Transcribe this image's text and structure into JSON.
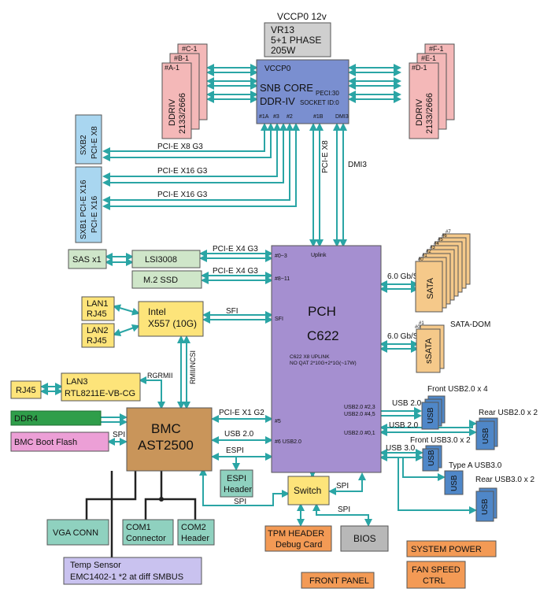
{
  "colors": {
    "cpu": "#7a8fd0",
    "pch": "#a58fd0",
    "dimm": "#f4b8b8",
    "pcie_slot": "#a9d6f0",
    "sas": "#cfe6c9",
    "nic": "#fde47a",
    "bmc": "#c9955a",
    "green_dark": "#2f9e4a",
    "boot_flash": "#ec9fd6",
    "sata": "#f5c98a",
    "usb": "#4f87c8",
    "tpm": "#f39a55",
    "bios": "#b8b8b8",
    "connector": "#8fd1bf",
    "temp_sensor": "#c9c2ef",
    "link": "#2aa5a5",
    "vr": "#cfcfcf"
  },
  "vr": {
    "power": "VCCP0   12v",
    "l1": "VR13",
    "l2": "5+1 PHASE",
    "l3": "205W"
  },
  "cpu": {
    "vccp": "VCCP0",
    "l1": "SNB CORE",
    "l2": "DDR-IV",
    "peci": "PECI:30",
    "socket": "SOCKET ID:0",
    "p1a": "#1A",
    "p3": "#3",
    "p2": "#2",
    "p1b": "#1B",
    "dmi": "DMI3"
  },
  "dimm_left": {
    "labels": [
      "#C-1",
      "#B-1",
      "#A-1"
    ],
    "l1": "DDRIV",
    "l2": "2133/2666"
  },
  "dimm_right": {
    "labels": [
      "#F-1",
      "#E-1",
      "#D-1"
    ],
    "l1": "DDRIV",
    "l2": "2133/2666"
  },
  "slots": {
    "sxb2_l1": "SXB2",
    "sxb2_l2": "PCI-E X8",
    "sxb1_l1": "SXB1 PCI-E X16",
    "sxb1_l2": "PCI-E X16",
    "link1": "PCI-E X8 G3",
    "link2": "PCI-E X16 G3",
    "link3": "PCI-E X16 G3"
  },
  "uplink": {
    "pcie": "PCI-E X8",
    "dmi": "DMI3"
  },
  "sas": {
    "label": "SAS x1",
    "chip": "LSI3008",
    "link": "PCI-E X4 G3"
  },
  "m2": {
    "label": "M.2 SSD",
    "link": "PCI-E X4 G3"
  },
  "intel": {
    "lan1_l1": "LAN1",
    "lan1_l2": "RJ45",
    "lan2_l1": "LAN2",
    "lan2_l2": "RJ45",
    "chip_l1": "Intel",
    "chip_l2": "X557 (10G)",
    "link": "SFI"
  },
  "lan3": {
    "rj45": "RJ45",
    "l1": "LAN3",
    "l2": "RTL8211E-VB-CG",
    "rgmii": "RGRMII",
    "ncsi": "RMII/NCSI"
  },
  "bmc": {
    "ddr4": "DDR4",
    "flash": "BMC Boot Flash",
    "spi": "SPI",
    "l1": "BMC",
    "l2": "AST2500",
    "link_pcie": "PCI-E X1 G2",
    "link_usb": "USB 2.0",
    "link_espi": "ESPI"
  },
  "espi_header": {
    "l1": "ESPI",
    "l2": "Header"
  },
  "pch": {
    "l1": "PCH",
    "l2": "C622",
    "note1": "C622 X8 UPLINK",
    "note2": "NO QAT 2*10G+2*1G(~17W)",
    "uplink": "Uplink",
    "p_0_3": "#0~3",
    "p_8_11": "#8~11",
    "p_sfi": "SFI",
    "p_5": "#5",
    "p_6usb": "#6 USB2.0",
    "p_usb23": "USB2.0 #2,3",
    "p_usb45": "USB2.0 #4,5",
    "p_usb01": "USB2.0 #0,1"
  },
  "sata": {
    "link": "6.0 Gb/S",
    "label": "SATA",
    "ports": [
      "#7",
      "#6",
      "#5",
      "#4",
      "#3",
      "#2",
      "#1",
      "#0"
    ]
  },
  "ssata": {
    "link": "6.0 Gb/S",
    "label": "sSATA",
    "dom": "SATA-DOM",
    "p1": "#1",
    "p0": "#0"
  },
  "usb": {
    "label": "USB",
    "front20": "Front USB2.0 x 4",
    "rear20": "Rear USB2.0 x 2",
    "front30": "Front USB3.0 x 2",
    "typea": "Type A USB3.0",
    "rear30": "Rear USB3.0 x 2",
    "l20a": "USB 2.0",
    "l20b": "USB 2.0",
    "l30": "USB 3.0"
  },
  "switch": {
    "label": "Switch",
    "spi1": "SPI",
    "spi2": "SPI",
    "spi3": "SPI"
  },
  "tpm": {
    "l1": "TPM HEADER",
    "l2": "Debug Card"
  },
  "bios": {
    "label": "BIOS"
  },
  "misc": {
    "vga": "VGA CONN",
    "com1_l1": "COM1",
    "com1_l2": "Connector",
    "com2_l1": "COM2",
    "com2_l2": "Header",
    "temp_l1": "Temp Sensor",
    "temp_l2": "EMC1402-1 *2 at diff SMBUS",
    "front_panel": "FRONT PANEL",
    "system_power": "SYSTEM POWER",
    "fan_l1": "FAN SPEED",
    "fan_l2": "CTRL"
  }
}
